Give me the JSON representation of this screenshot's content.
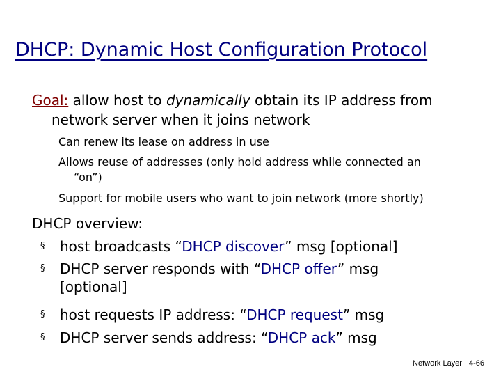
{
  "title": "DHCP: Dynamic Host Configuration Protocol",
  "goal": {
    "label": "Goal:",
    "text_before": " allow host to ",
    "emphasis": "dynamically",
    "text_after": " obtain its IP address from",
    "line2": "network server when it joins network"
  },
  "sub_items": [
    {
      "line1": "Can renew its lease on address in use",
      "line2": ""
    },
    {
      "line1": "Allows reuse of addresses (only hold address while connected an",
      "line2": "“on”)"
    },
    {
      "line1": "Support for mobile users who want to join network (more shortly)",
      "line2": ""
    }
  ],
  "overview": {
    "heading": "DHCP overview:",
    "bullet_glyph": "§",
    "bullets": [
      {
        "pre": "host broadcasts “",
        "hl": "DHCP discover",
        "post": "” msg [optional]",
        "line2": ""
      },
      {
        "pre": "DHCP server responds with “",
        "hl": "DHCP offer",
        "post": "” msg",
        "line2": "[optional]"
      },
      {
        "pre": "host requests IP address: “",
        "hl": "DHCP request",
        "post": "” msg",
        "line2": ""
      },
      {
        "pre": "DHCP server sends address: “",
        "hl": "DHCP ack",
        "post": "” msg",
        "line2": ""
      }
    ]
  },
  "footer": {
    "section": "Network Layer",
    "page": "4-66"
  },
  "colors": {
    "title": "#000080",
    "goal_label": "#800000",
    "highlight": "#000080"
  }
}
